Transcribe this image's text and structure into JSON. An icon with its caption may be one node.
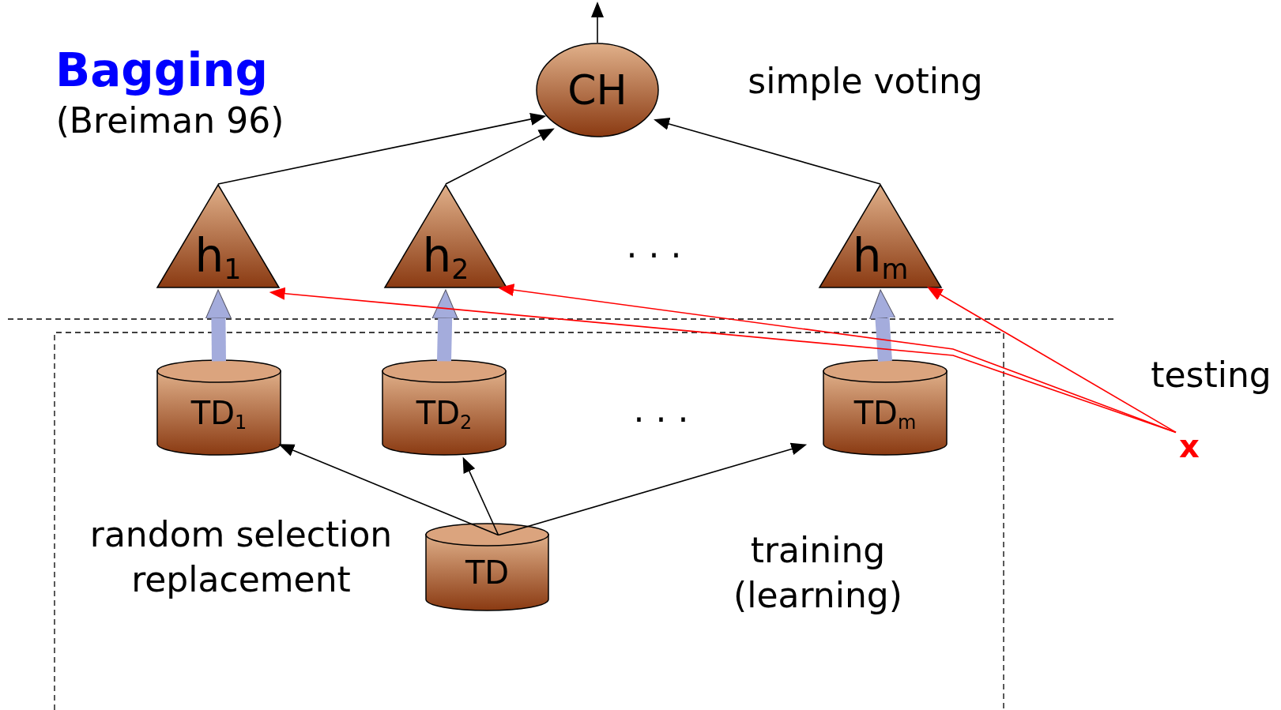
{
  "diagram": {
    "title": "Bagging",
    "nodes": [
      {
        "text": [
          "CH"
        ]
      },
      {
        "text": [
          "h$_{1}$"
        ]
      },
      {
        "text": [
          "h$_{2}$"
        ]
      },
      {
        "text": [
          "h$_{m}$"
        ]
      },
      {
        "text": [
          "TD$_{1}$"
        ]
      },
      {
        "text": [
          "TD$_{2}$"
        ]
      },
      {
        "text": [
          "TD$_{m}$"
        ]
      },
      {
        "text": [
          "TD"
        ]
      },
      {
        "text": [
          "x"
        ]
      }
    ],
    "edges": [
      {
        "from": 1,
        "to": 0,
        "arrow": "to"
      },
      {
        "from": 2,
        "to": 0,
        "arrow": "to"
      },
      {
        "from": 3,
        "to": 0,
        "arrow": "to"
      },
      {
        "from": 0,
        "to": null,
        "arrow": "to"
      },
      {
        "from": 4,
        "to": 1,
        "arrow": "to",
        "style": "thick",
        "color": "#a4acdc"
      },
      {
        "from": 5,
        "to": 2,
        "arrow": "to",
        "style": "thick",
        "color": "#a4acdc"
      },
      {
        "from": 6,
        "to": 3,
        "arrow": "to",
        "style": "thick",
        "color": "#a4acdc"
      },
      {
        "from": 7,
        "to": 4,
        "arrow": "to"
      },
      {
        "from": 7,
        "to": 5,
        "arrow": "to"
      },
      {
        "from": 7,
        "to": 6,
        "arrow": "to"
      },
      {
        "from": 8,
        "to": 1,
        "arrow": "to",
        "color": "#ff0000"
      },
      {
        "from": 8,
        "to": 2,
        "arrow": "to",
        "color": "#ff0000"
      },
      {
        "from": 8,
        "to": 3,
        "arrow": "to",
        "color": "#ff0000"
      }
    ],
    "labels": [
      "(Breiman 96)",
      "simple voting",
      ". . .",
      "testing",
      ". . .",
      "random selection replacement",
      "training (learning)"
    ]
  }
}
